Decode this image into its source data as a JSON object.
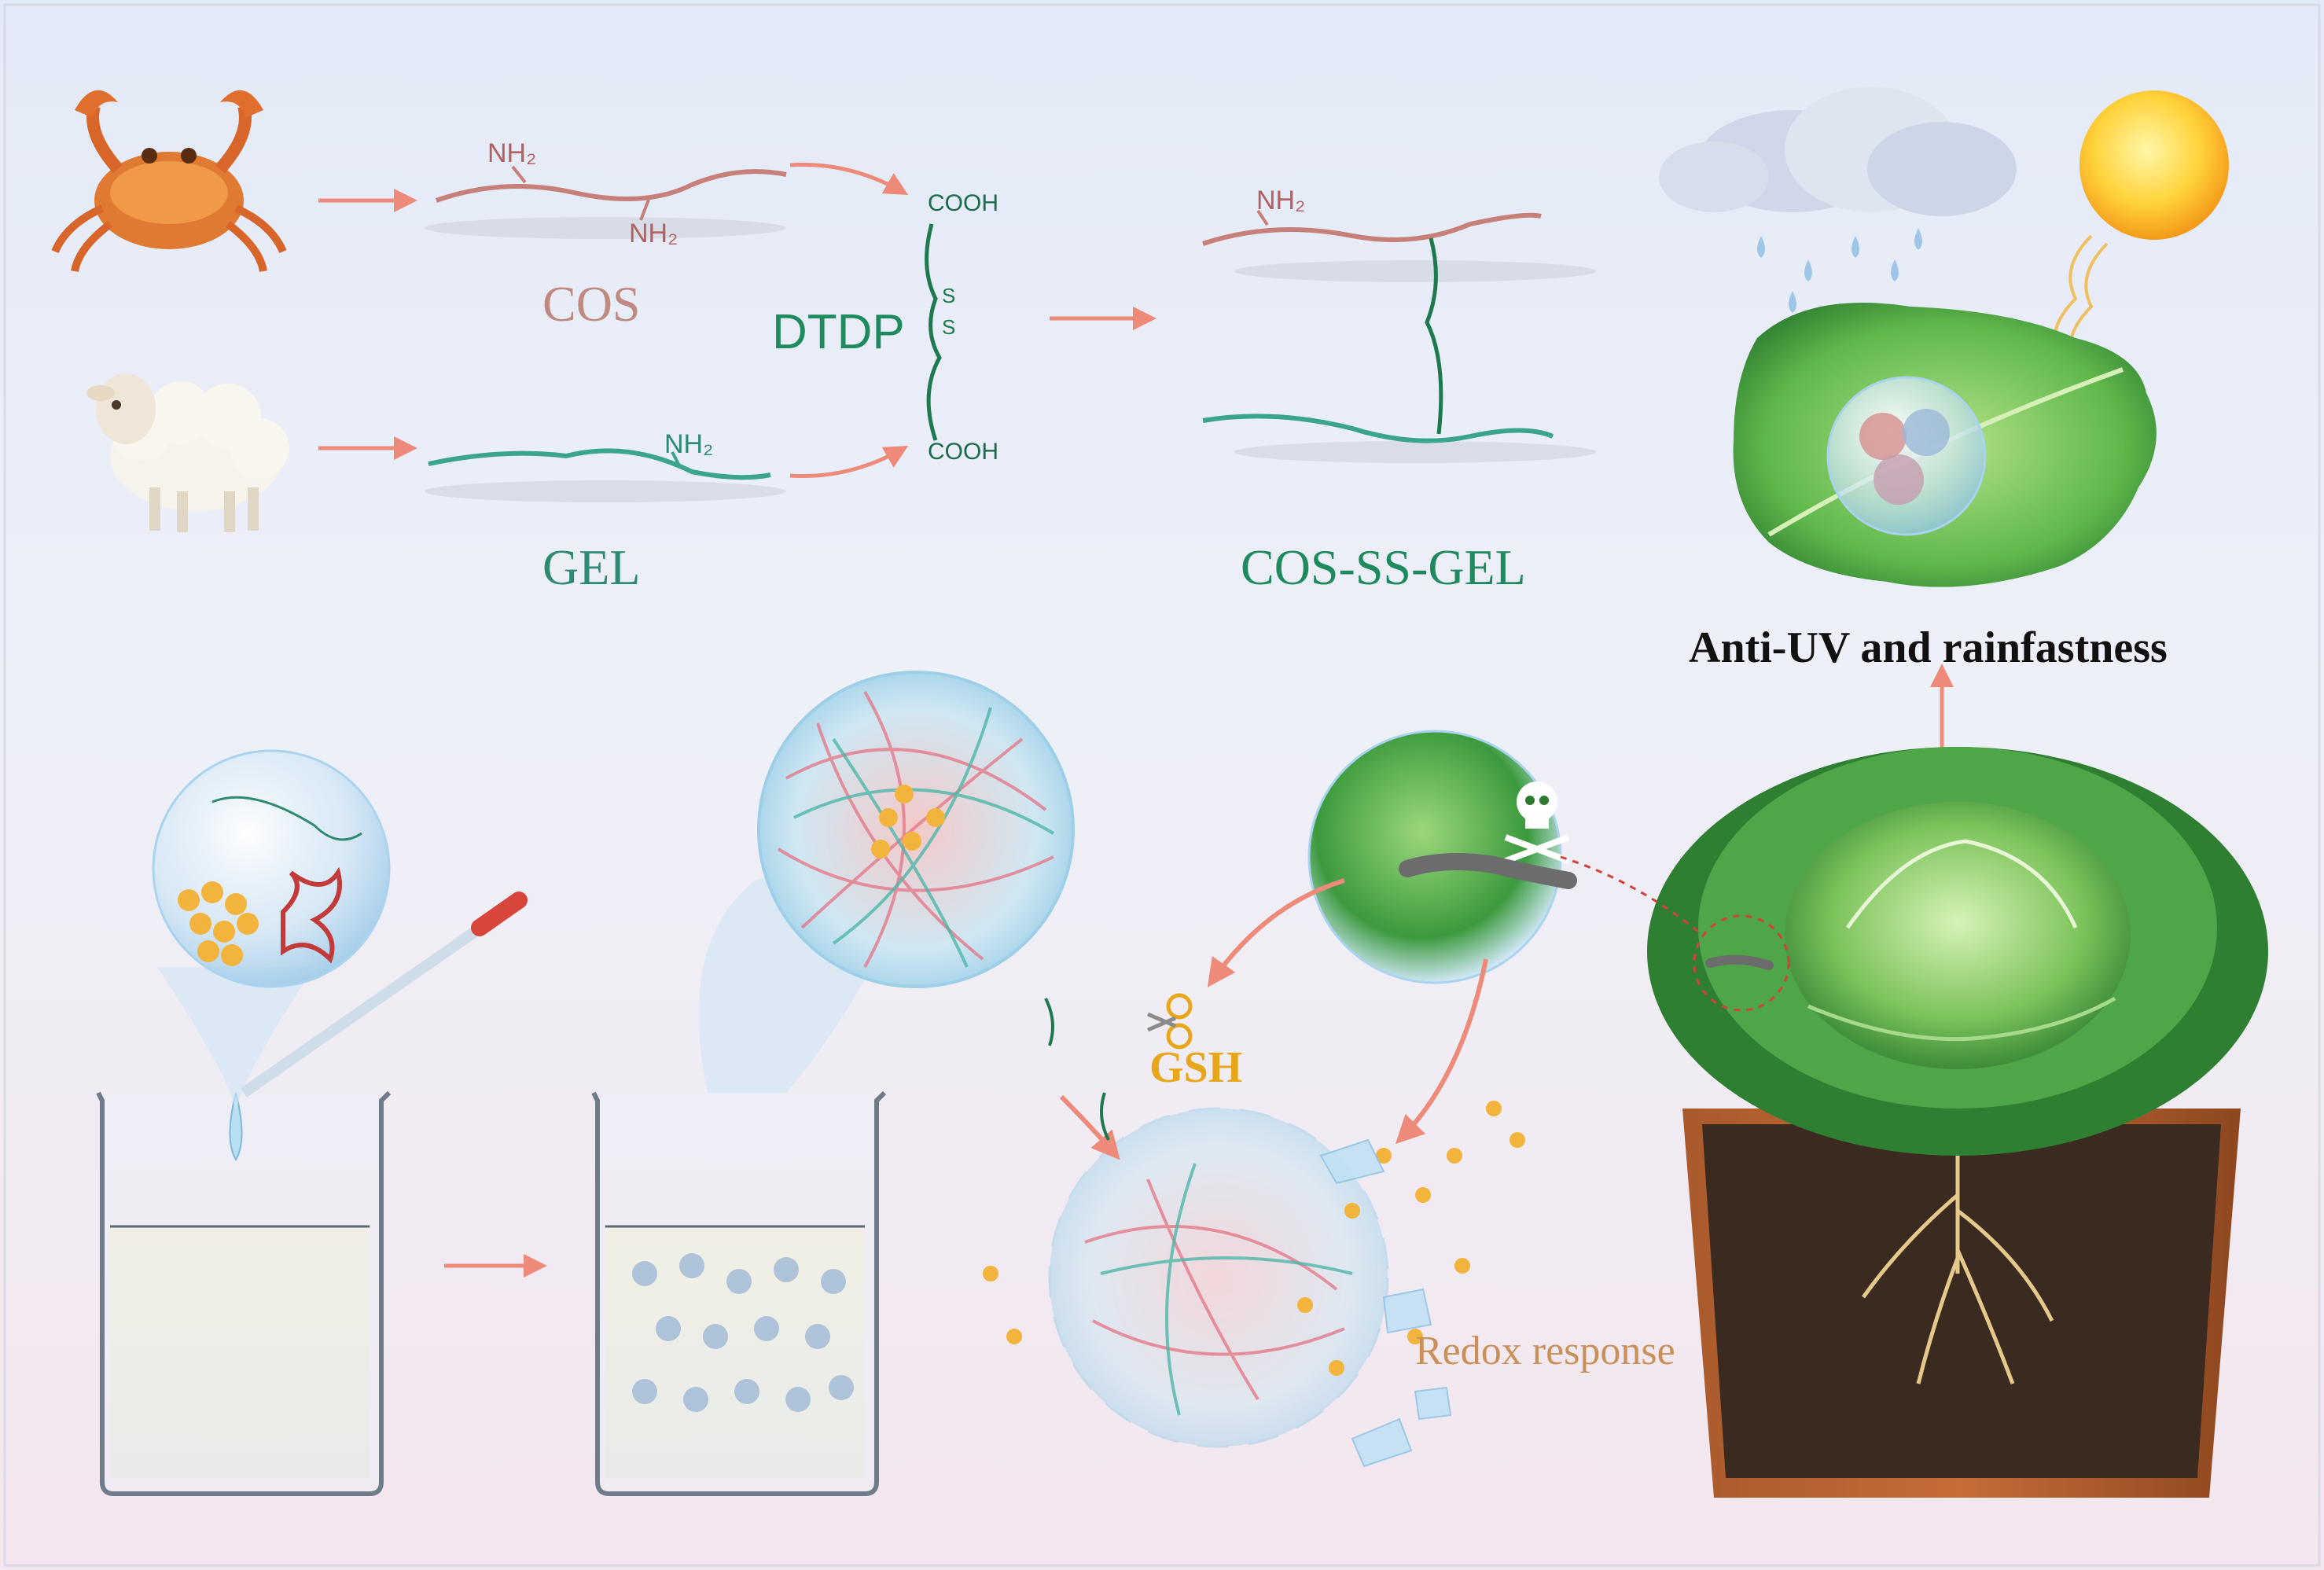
{
  "labels": {
    "cos": "COS",
    "gel": "GEL",
    "dtdp": "DTDP",
    "cos_ss_gel": "COS-SS-GEL",
    "anti_uv": "Anti-UV and rainfastness",
    "gsh": "GSH",
    "redox": "Redox response"
  },
  "chem": {
    "nh2": "NH₂",
    "cooh": "COOH"
  },
  "colors": {
    "cos_chain": "#c77f7a",
    "gel_chain": "#3aa58c",
    "dtdp_chain": "#1e7a4e",
    "arrow": "#ee8a7a",
    "gsh_text": "#e8a71a",
    "redox_text": "#c9905a",
    "title_text": "#111111",
    "drug_particle": "#f2b43c"
  }
}
